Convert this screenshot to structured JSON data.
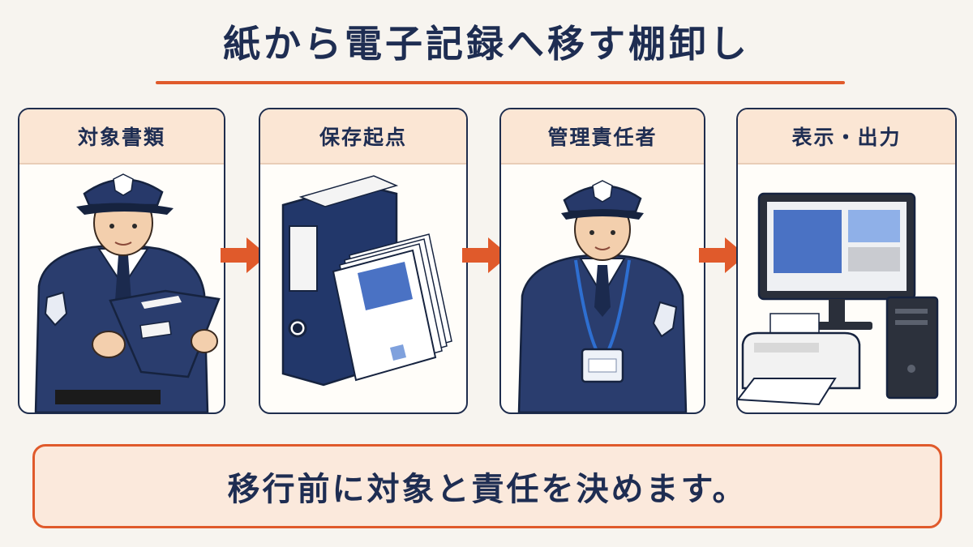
{
  "title": "紙から電子記録へ移す棚卸し",
  "steps": [
    {
      "label": "対象書類",
      "icon": "officer-reading-book-icon"
    },
    {
      "label": "保存起点",
      "icon": "binder-and-documents-icon"
    },
    {
      "label": "管理責任者",
      "icon": "officer-with-id-badge-icon"
    },
    {
      "label": "表示・出力",
      "icon": "monitor-printer-pc-icon"
    }
  ],
  "summary": "移行前に対象と責任を決めます。",
  "colors": {
    "navy": "#1e2d52",
    "accent": "#e05a2b",
    "header_fill": "#fbe6d4",
    "screen_blue": "#4a72c4"
  }
}
